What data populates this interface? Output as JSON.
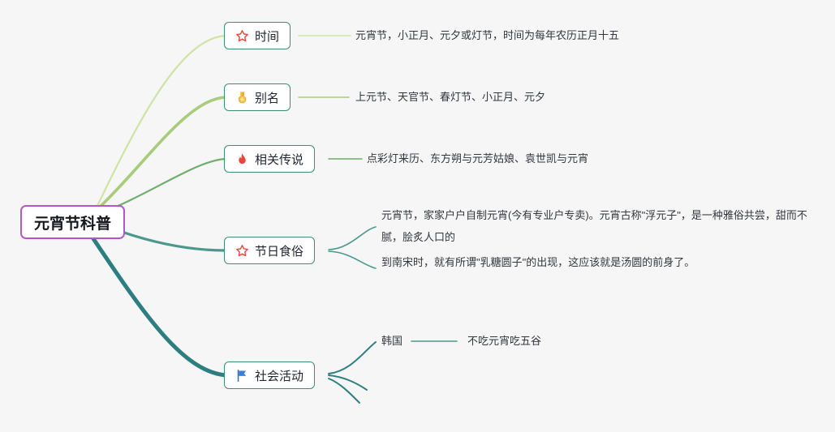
{
  "root": {
    "label": "元宵节科普"
  },
  "topics": [
    {
      "label": "时间",
      "icon": "red-star-icon",
      "leaf": "元宵节，小正月、元夕或灯节，时间为每年农历正月十五"
    },
    {
      "label": "别名",
      "icon": "gold-medal-icon",
      "leaf": "上元节、天官节、春灯节、小正月、元夕"
    },
    {
      "label": "相关传说",
      "icon": "red-flame-icon",
      "leaf": "点彩灯来历、东方朔与元芳姑娘、袁世凯与元宵"
    },
    {
      "label": "节日食俗",
      "icon": "red-star-icon",
      "children": [
        "元宵节，家家户户自制元宵(今有专业户专卖)。元宵古称\"浮元子\"，是一种雅俗共尝，甜而不腻，脍炙人口的",
        "到南宋时，就有所谓\"乳糖圆子\"的出现，这应该就是汤圆的前身了。"
      ]
    },
    {
      "label": "社会活动",
      "icon": "blue-flag-icon",
      "children_nodes": [
        {
          "label": "韩国",
          "leaf": "不吃元宵吃五谷"
        }
      ]
    }
  ],
  "colors": {
    "background": "#f5f6f5",
    "root_border": "#b158c6",
    "topic_border": "#3c8e74",
    "branch_time": "#cfe3a6",
    "branch_alias": "#a9cc7c",
    "branch_legend": "#6fae6c",
    "branch_food": "#4b998c",
    "branch_activity": "#2d7e80",
    "icon_red": "#e8453c",
    "icon_gold": "#f7c64a",
    "icon_blue": "#3b7fd8"
  }
}
